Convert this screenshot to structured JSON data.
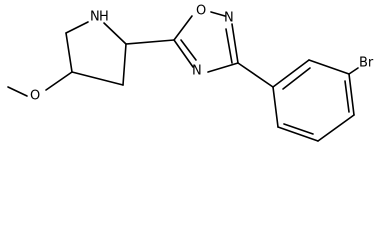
{
  "molecule": {
    "atoms": {
      "nh": "N",
      "nh_h": "H",
      "o_ring": "O",
      "n_top": "N",
      "n_bottom": "N",
      "o_methoxy": "O",
      "br": "Br"
    }
  },
  "colors": {
    "bond": "#000000",
    "label": "#000000",
    "background": "#ffffff"
  }
}
